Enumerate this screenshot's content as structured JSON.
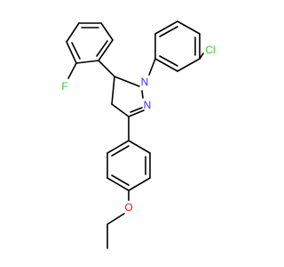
{
  "colors": {
    "bond": "#000000",
    "carbon": "#000000",
    "nitrogen": "#3333ff",
    "oxygen": "#ff0d0d",
    "fluorine": "#33cc33",
    "chlorine": "#33cc33"
  },
  "atoms": [
    {
      "id": "Cl",
      "label": "Cl",
      "element": "chlorine"
    },
    {
      "id": "F",
      "label": "F",
      "element": "fluorine"
    },
    {
      "id": "N1",
      "label": "N",
      "element": "nitrogen"
    },
    {
      "id": "N2",
      "label": "N",
      "element": "nitrogen"
    },
    {
      "id": "O",
      "label": "O",
      "element": "oxygen"
    }
  ]
}
